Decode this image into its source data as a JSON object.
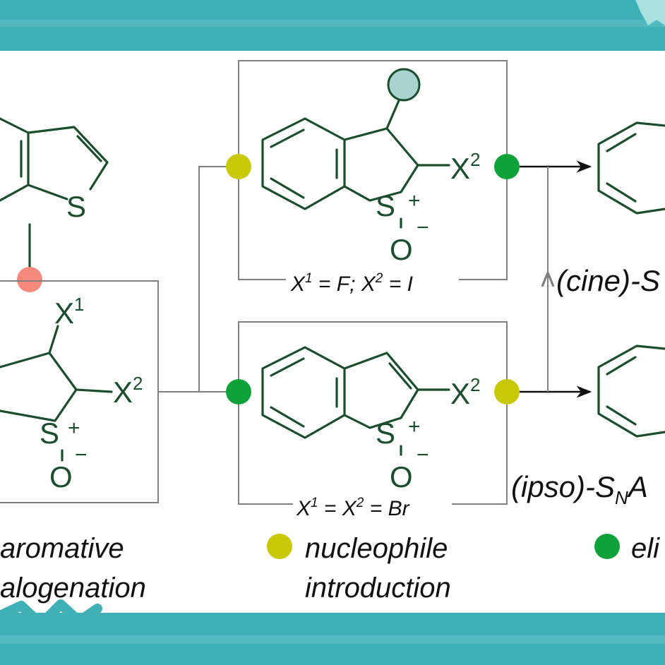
{
  "colors": {
    "teal_border": "#3fb0b6",
    "bond": "#1b4d2e",
    "nucleophile_dot": "#c9c90a",
    "elimination_dot": "#10a23a",
    "dearomative_dot": "#f58a7c",
    "nucleophile_group": "#a9d3d0"
  },
  "start_compound": {
    "sulfur": "S"
  },
  "dihalo_intermediate": {
    "x1": "X",
    "x1_sup": "1",
    "x2": "X",
    "x2_sup": "2",
    "sulfur": "S",
    "charge_plus": "+",
    "oxygen": "O",
    "charge_minus": "−"
  },
  "cine_intermediate": {
    "x2": "X",
    "x2_sup": "2",
    "sulfur": "S",
    "charge_plus": "+",
    "oxygen": "O",
    "charge_minus": "−",
    "condition": {
      "a": "X",
      "a_sup": "1",
      "b": " = F; X",
      "b_sup": "2",
      "c": " = I"
    }
  },
  "ipso_intermediate": {
    "x2": "X",
    "x2_sup": "2",
    "sulfur": "S",
    "charge_plus": "+",
    "oxygen": "O",
    "charge_minus": "−",
    "condition": {
      "a": "X",
      "a_sup": "1",
      "b": " = X",
      "b_sup": "2",
      "c": " = Br"
    }
  },
  "pathways": {
    "cine": {
      "prefix": "(cine)-S"
    },
    "ipso": {
      "prefix": "(ipso)-S",
      "sub": "N",
      "suffix": "A"
    }
  },
  "legend": {
    "dearomative": {
      "line1": "aromative",
      "line2": "alogenation"
    },
    "nucleophile": {
      "line1": "nucleophile",
      "line2": "introduction"
    },
    "elimination": {
      "line1": "eli"
    }
  }
}
